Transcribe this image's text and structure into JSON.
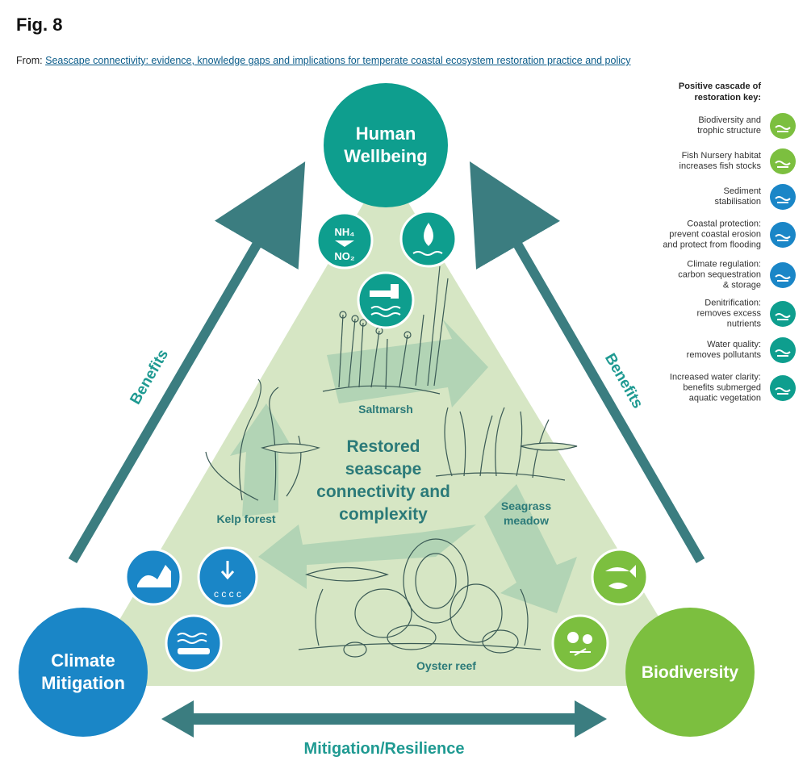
{
  "figure": {
    "title": "Fig. 8",
    "from_prefix": "From: ",
    "link_text": "Seascape connectivity: evidence, knowledge gaps and implications for temperate coastal ecosystem restoration practice and policy"
  },
  "nodes": {
    "top": [
      "Human",
      "Wellbeing"
    ],
    "left": [
      "Climate",
      "Mitigation"
    ],
    "right": "Biodiversity"
  },
  "center": [
    "Restored",
    "seascape",
    "connectivity and",
    "complexity"
  ],
  "habitats": {
    "saltmarsh": "Saltmarsh",
    "kelp": "Kelp forest",
    "seagrass": [
      "Seagrass",
      "meadow"
    ],
    "oyster": "Oyster reef"
  },
  "arrows": {
    "left": "Benefits",
    "right": "Benefits",
    "bottom": "Mitigation/Resilience"
  },
  "colors": {
    "teal": "#0e9e8e",
    "blue": "#1a86c7",
    "green": "#7cbf3f",
    "arrow": "#3b7d80",
    "triangle": "#d6e6c4",
    "cascade": "#a9cfb2"
  },
  "key": {
    "title": [
      "Positive cascade of",
      "restoration key:"
    ],
    "items": [
      {
        "lines": [
          "Biodiversity and",
          "trophic structure"
        ],
        "icon": "biodiversity-icon",
        "color": "#7cbf3f"
      },
      {
        "lines": [
          "Fish Nursery habitat",
          "increases fish stocks"
        ],
        "icon": "fish-nursery-icon",
        "color": "#7cbf3f"
      },
      {
        "lines": [
          "Sediment",
          "stabilisation"
        ],
        "icon": "sediment-icon",
        "color": "#1a86c7"
      },
      {
        "lines": [
          "Coastal protection:",
          "prevent coastal erosion",
          "and protect from flooding"
        ],
        "icon": "coastal-protection-icon",
        "color": "#1a86c7"
      },
      {
        "lines": [
          "Climate regulation:",
          "carbon sequestration",
          "& storage"
        ],
        "icon": "carbon-storage-icon",
        "color": "#1a86c7"
      },
      {
        "lines": [
          "Denitrification:",
          "removes excess",
          "nutrients"
        ],
        "icon": "denitrification-icon",
        "color": "#0e9e8e"
      },
      {
        "lines": [
          "Water quality:",
          "removes pollutants"
        ],
        "icon": "water-quality-icon",
        "color": "#0e9e8e"
      },
      {
        "lines": [
          "Increased water clarity:",
          "benefits submerged",
          "aquatic vegetation"
        ],
        "icon": "water-clarity-icon",
        "color": "#0e9e8e"
      }
    ]
  }
}
